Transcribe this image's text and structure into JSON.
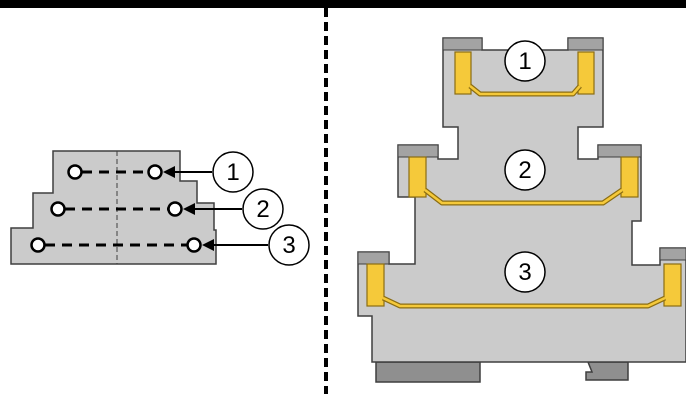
{
  "colors": {
    "housing": "#cbcbcb",
    "housing_stroke": "#3f3f3f",
    "clip": "#a3a3a3",
    "contact": "#f5c93a",
    "contact_stroke": "#8b6d12",
    "foot": "#8f8f8f",
    "line": "#000000"
  },
  "schematic": {
    "levels": [
      {
        "id": "level-1",
        "label": "1"
      },
      {
        "id": "level-2",
        "label": "2"
      },
      {
        "id": "level-3",
        "label": "3"
      }
    ]
  },
  "cross_section": {
    "levels": [
      {
        "id": "level-1",
        "label": "1"
      },
      {
        "id": "level-2",
        "label": "2"
      },
      {
        "id": "level-3",
        "label": "3"
      }
    ]
  }
}
